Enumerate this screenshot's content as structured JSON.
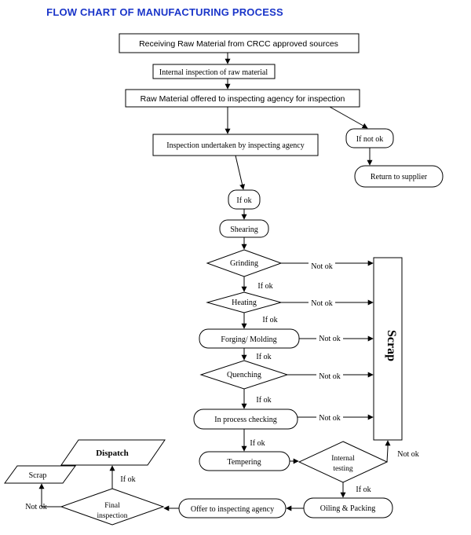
{
  "title": "FLOW CHART OF MANUFACTURING PROCESS",
  "nodes": {
    "receiving": "Receiving Raw Material from CRCC approved sources",
    "internal_inspection": "Internal inspection of raw material",
    "offered": "Raw Material offered to inspecting agency for inspection",
    "inspection_undertaken": "Inspection undertaken by inspecting agency",
    "if_not_ok_top": "If not ok",
    "return_to_supplier": "Return to supplier",
    "if_ok_1": "If ok",
    "shearing": "Shearing",
    "grinding": "Grinding",
    "heating": "Heating",
    "forging": "Forging/ Molding",
    "quenching": "Quenching",
    "in_process_checking": "In process checking",
    "tempering": "Tempering",
    "internal_testing_line1": "Internal",
    "internal_testing_line2": "testing",
    "oiling_packing": "Oiling & Packing",
    "offer_agency": "Offer to inspecting agency",
    "final_inspection_line1": "Final",
    "final_inspection_line2": "inspection",
    "dispatch": "Dispatch",
    "scrap_small": "Scrap",
    "scrap_bar": "Scrap"
  },
  "labels": {
    "not_ok_grinding": "Not ok",
    "not_ok_heating": "Not ok",
    "not_ok_forging": "Not ok",
    "not_ok_quenching": "Not ok",
    "not_ok_inprocess": "Not ok",
    "not_ok_testing": "Not ok",
    "not_ok_final": "Not ok",
    "if_ok_grinding": "If ok",
    "if_ok_heating": "If ok",
    "if_ok_forging": "If ok",
    "if_ok_quenching": "If ok",
    "if_ok_inprocess": "If ok",
    "if_ok_testing": "If ok",
    "if_ok_final": "If ok"
  }
}
